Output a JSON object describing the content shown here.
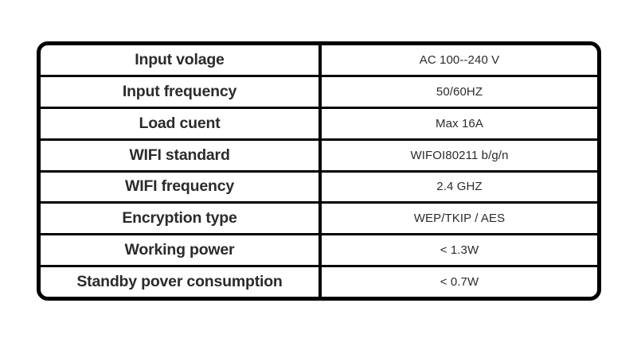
{
  "document": {
    "type": "specification-table",
    "background_color": "#ffffff",
    "border_color": "#000000",
    "text_color": "#2b2b2b",
    "columns": 2,
    "row_count": 8
  },
  "table": {
    "rows": [
      {
        "parameter": "Input volage",
        "value": "AC 100--240 V"
      },
      {
        "parameter": "Input frequency",
        "value": "50/60HZ"
      },
      {
        "parameter": "Load cuent",
        "value": "Max 16A"
      },
      {
        "parameter": "WIFI standard",
        "value": "WIFOI80211 b/g/n"
      },
      {
        "parameter": "WIFI frequency",
        "value": "2.4 GHZ"
      },
      {
        "parameter": "Encryption type",
        "value": "WEP/TKIP / AES"
      },
      {
        "parameter": "Working power",
        "value": "< 1.3W"
      },
      {
        "parameter": "Standby pover consumption",
        "value": "< 0.7W"
      }
    ]
  }
}
